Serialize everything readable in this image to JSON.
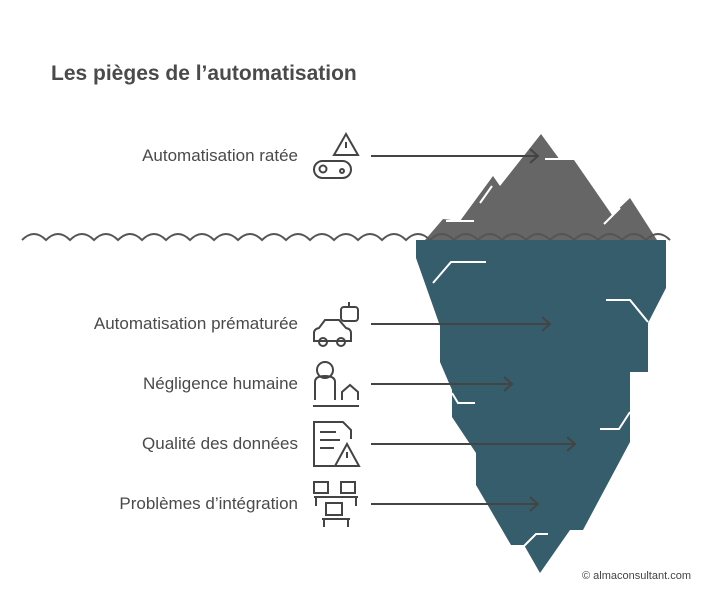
{
  "title": "Les pièges de l’automatisation",
  "items": [
    {
      "label": "Automatisation ratée",
      "icon": "warning-chain-icon"
    },
    {
      "label": "Automatisation prématurée",
      "icon": "robot-car-icon"
    },
    {
      "label": "Négligence humaine",
      "icon": "person-house-icon"
    },
    {
      "label": "Qualité des données",
      "icon": "document-warning-icon"
    },
    {
      "label": "Problèmes d’intégration",
      "icon": "computers-network-icon"
    }
  ],
  "copyright": "© almaconsultant.com",
  "colors": {
    "above": "#666666",
    "below": "#355d6b",
    "text": "#4a4a4a"
  }
}
